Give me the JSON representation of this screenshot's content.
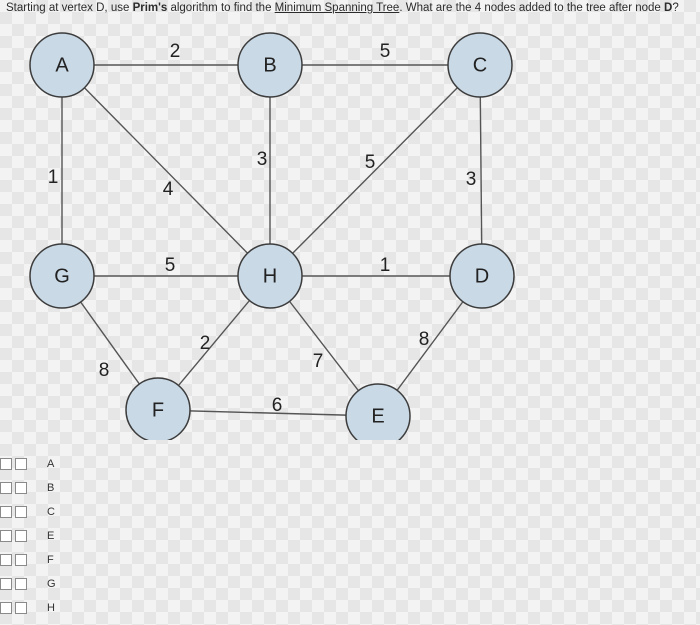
{
  "question": {
    "prefix": "Starting at vertex D, use ",
    "algorithm": "Prim's",
    "middle": " algorithm to find the ",
    "link": "Minimum Spanning Tree",
    "suffix": ". What are the 4 nodes added to the tree after node ",
    "node": "D",
    "end": "?"
  },
  "graph": {
    "nodes": [
      {
        "id": "A",
        "label": "A"
      },
      {
        "id": "B",
        "label": "B"
      },
      {
        "id": "C",
        "label": "C"
      },
      {
        "id": "G",
        "label": "G"
      },
      {
        "id": "H",
        "label": "H"
      },
      {
        "id": "D",
        "label": "D"
      },
      {
        "id": "F",
        "label": "F"
      },
      {
        "id": "E",
        "label": "E"
      }
    ],
    "edges": [
      {
        "from": "A",
        "to": "B",
        "weight": "2"
      },
      {
        "from": "B",
        "to": "C",
        "weight": "5"
      },
      {
        "from": "A",
        "to": "G",
        "weight": "1"
      },
      {
        "from": "A",
        "to": "H",
        "weight": "4"
      },
      {
        "from": "B",
        "to": "H",
        "weight": "3"
      },
      {
        "from": "C",
        "to": "H",
        "weight": "5"
      },
      {
        "from": "C",
        "to": "D",
        "weight": "3"
      },
      {
        "from": "G",
        "to": "H",
        "weight": "5"
      },
      {
        "from": "H",
        "to": "D",
        "weight": "1"
      },
      {
        "from": "G",
        "to": "F",
        "weight": "8"
      },
      {
        "from": "F",
        "to": "H",
        "weight": "2"
      },
      {
        "from": "H",
        "to": "E",
        "weight": "7"
      },
      {
        "from": "F",
        "to": "E",
        "weight": "6"
      },
      {
        "from": "E",
        "to": "D",
        "weight": "8"
      }
    ]
  },
  "options": [
    "A",
    "B",
    "C",
    "E",
    "F",
    "G",
    "H"
  ]
}
